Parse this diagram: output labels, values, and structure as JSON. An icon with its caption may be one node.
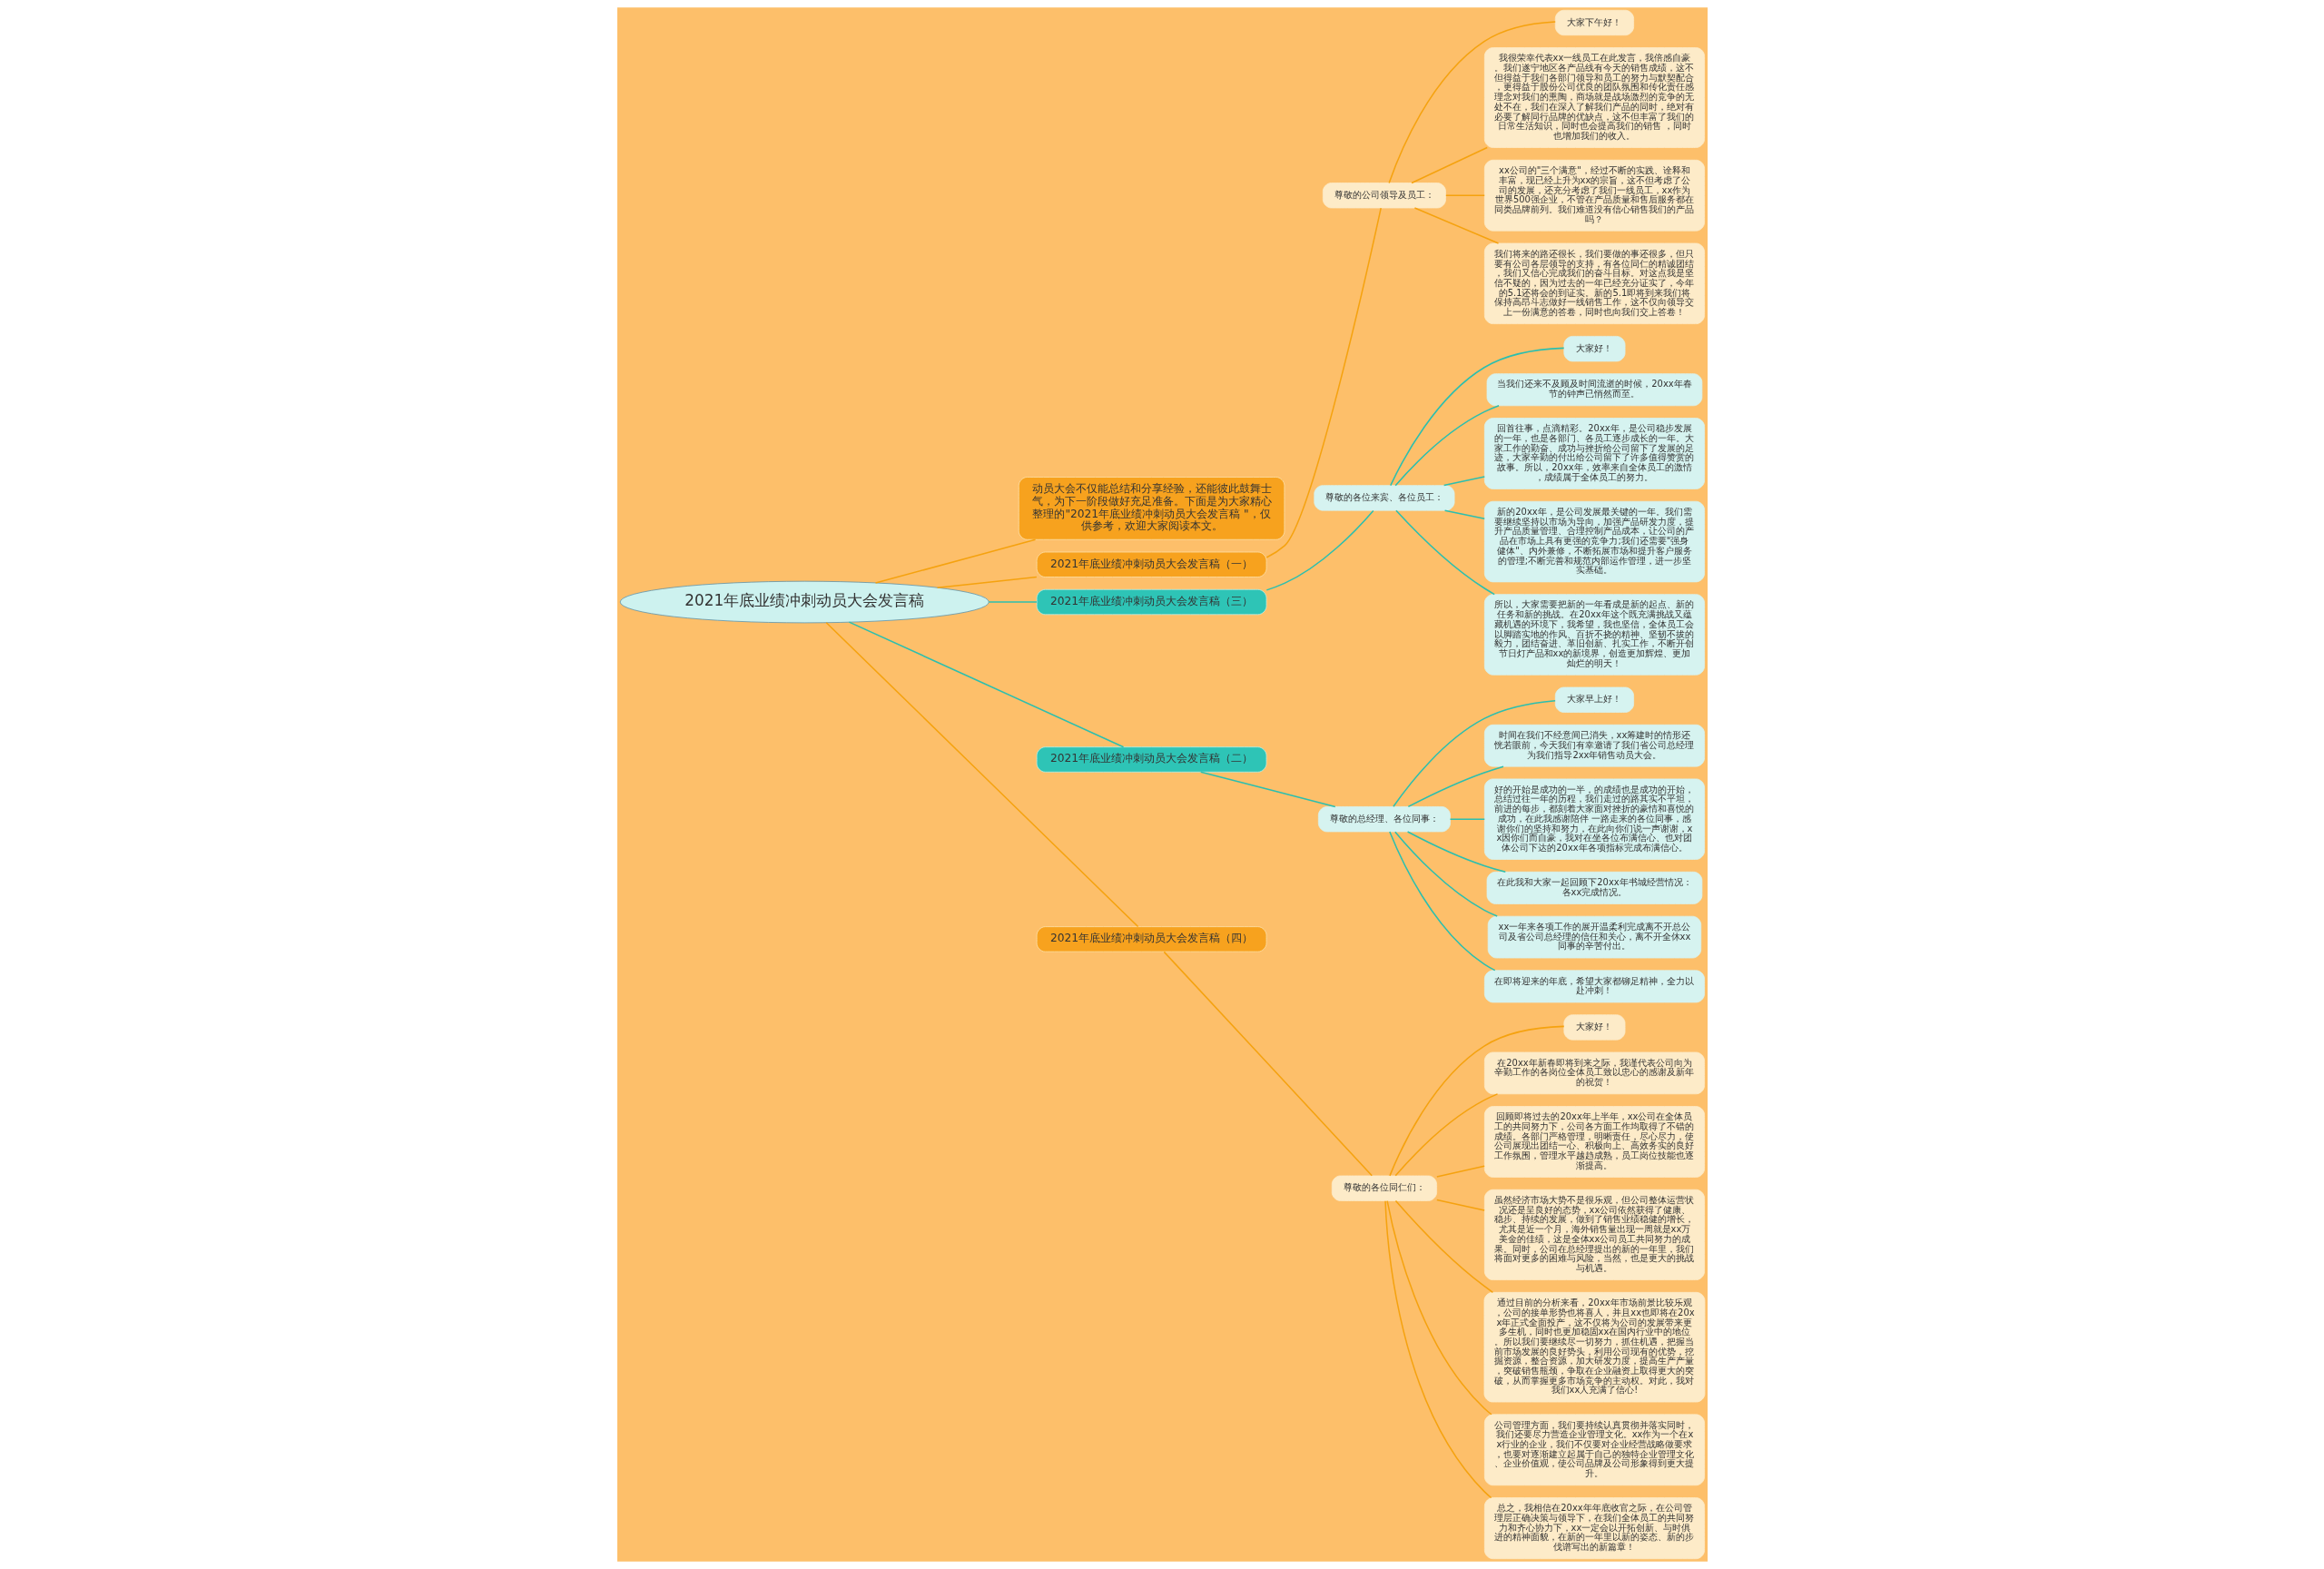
{
  "diagram": {
    "nodes": [
      {
        "text": [
          "2021年底业绩冲刺动员大会发言稿"
        ]
      },
      {
        "text": [
          "动员大会不仅能总结和分享经验，还能彼此鼓舞士气，为下一阶段做好充足准备。下面是为大家精心整理的\"2021年底业绩冲刺动员大会发言稿 \"，仅供参考，欢迎大家阅读本文。"
        ]
      },
      {
        "text": [
          "2021年底业绩冲刺动员大会发言稿（一）"
        ]
      },
      {
        "text": [
          "尊敬的公司领导及员工："
        ]
      },
      {
        "text": [
          "大家下午好！"
        ]
      },
      {
        "text": [
          "我很荣幸代表xx一线员工在此发言，我倍感自豪。我们遂宁地区各产品线有今天的销售成绩，这不但得益于我们各部门领导和员工的努力与默契配合，更得益于股份公司优良的团队氛围和传化责任感理念对我们的熏陶，商场就是战场激烈的竞争的无处不在，我们在深入了解我们产品的同时，绝对有必要了解同行品牌的优缺点，这不但丰富了我们的日常生活知识，同时也会提高我们的销售 ，同时也增加我们的收入。"
        ]
      },
      {
        "text": [
          "xx公司的\"三个满意\"，经过不断的实践、诠释和丰富，现已经上升为xx的宗旨，这不但考虑了公司的发展，还充分考虑了我们一线员工，xx作为世界500强企业，不管在产品质量和售后服务都在同类品牌前列。我们难道没有信心销售我们的产品吗？"
        ]
      },
      {
        "text": [
          "我们将来的路还很长，我们要做的事还很多，但只要有公司各层领导的支持，有各位同仁的精诚团结，我们又信心完成我们的奋斗目标。对这点我是坚信不疑的，因为过去的一年已经充分证实了，今年的5.1还将会的到证实。新的5.1即将到来我们将保持高昂斗志做好一线销售工作，这不仅向领导交上一份满意的答卷，同时也向我们交上答卷！"
        ]
      },
      {
        "text": [
          "2021年底业绩冲刺动员大会发言稿（三）"
        ]
      },
      {
        "text": [
          "尊敬的各位来宾、各位员工："
        ]
      },
      {
        "text": [
          "大家好！"
        ]
      },
      {
        "text": [
          "当我们还来不及顾及时间流逝的时候，20xx年春节的钟声已悄然而至。"
        ]
      },
      {
        "text": [
          "回首往事，点滴精彩。20xx年，是公司稳步发展的一年，也是各部门、各员工逐步成长的一年。大家工作的勤奋、成功与挫折给公司留下了发展的足迹，大家辛勤的付出给公司留下了许多值得赞赏的故事。所以，20xx年，效率来自全体员工的激情，成绩属于全体员工的努力。"
        ]
      },
      {
        "text": [
          "新的20xx年，是公司发展最关键的一年。我们需要继续坚持以市场为导向，加强产品研发力度，提升产品质量管理、合理控制产品成本，让公司的产品在市场上具有更强的竞争力;我们还需要\"强身健体\"、内外兼修，不断拓展市场和提升客户服务的管理;不断完善和规范内部运作管理，进一步坚实基础。"
        ]
      },
      {
        "text": [
          "所以，大家需要把新的一年看成是新的起点、新的任务和新的挑战。在20xx年这个既充满挑战又蕴藏机遇的环境下，我希望，我也坚信，全体员工会以脚踏实地的作风、百折不挠的精神、坚韧不拔的毅力，团结奋进、革旧创新、扎实工作，不断开创节日灯产品和xx的新境界，创造更加辉煌、更加灿烂的明天！"
        ]
      },
      {
        "text": [
          "2021年底业绩冲刺动员大会发言稿（二）"
        ]
      },
      {
        "text": [
          "尊敬的总经理、各位同事："
        ]
      },
      {
        "text": [
          "大家早上好！"
        ]
      },
      {
        "text": [
          "时间在我们不经意间已消失，xx筹建时的情形还恍若眼前，今天我们有幸邀请了我们省公司总经理为我们指导2xx年销售动员大会。"
        ]
      },
      {
        "text": [
          "好的开始是成功的一半，的成绩也是成功的开始，总结过往一年的历程，我们走过的路其实不平坦，前进的每步，都刻着大家面对挫折的豪情和喜悦的成功，在此我感谢陪伴 一路走来的各位同事，感谢你们的坚持和努力，在此向你们说一声谢谢，xx因你们而自豪，我对在坐各位布满信心、也对团体公司下达的20xx年各项指标完成布满信心。"
        ]
      },
      {
        "text": [
          "在此我和大家一起回顾下20xx年书城经营情况：各xx完成情况。"
        ]
      },
      {
        "text": [
          "xx一年来各项工作的展开温柔利完成离不开总公司及省公司总经理的信任和关心，离不开全休xx同事的辛苦付出。"
        ]
      },
      {
        "text": [
          "在即将迎来的年底，希望大家都铆足精神，全力以赴冲刺！"
        ]
      },
      {
        "text": [
          "2021年底业绩冲刺动员大会发言稿（四）"
        ]
      },
      {
        "text": [
          "尊敬的各位同仁们："
        ]
      },
      {
        "text": [
          "大家好！"
        ]
      },
      {
        "text": [
          "在20xx年新春即将到来之际，我谨代表公司向为辛勤工作的各岗位全体员工致以忠心的感谢及新年的祝贺！"
        ]
      },
      {
        "text": [
          "回顾即将过去的20xx年上半年，xx公司在全体员工的共同努力下，公司各方面工作均取得了不错的成绩。各部门严格管理，明晰责任，尽心尽力，使公司展现出团结一心、积极向上、高效务实的良好工作氛围，管理水平越趋成熟，员工岗位技能也逐渐提高。"
        ]
      },
      {
        "text": [
          "虽然经济市场大势不是很乐观，但公司整体运营状况还是呈良好的态势，xx公司依然获得了健康、稳步、持续的发展，做到了销售业绩稳健的增长，尤其是近一个月，海外销售量出现一周就是xx万美金的佳绩，这是全体xx公司员工共同努力的成果。同时，公司在总经理提出的新的一年里，我们将面对更多的困难与风险，当然，也是更大的挑战与机遇。"
        ]
      },
      {
        "text": [
          "通过目前的分析来看，20xx年市场前景比较乐观，公司的接单形势也将喜人，并且xx也即将在20xx年正式全面投产，这不仅将为公司的发展带来更多生机，同时也更加稳固xx在国内行业中的地位。所以我们要继续尽一切努力，抓住机遇，把握当前市场发展的良好势头，利用公司现有的优势，挖掘资源，整合资源，加大研发力度，提高生产产量，突破销售瓶颈，争取在企业融资上取得更大的突破，从而掌握更多市场竞争的主动权。对此，我对我们xx人充满了信心!"
        ]
      },
      {
        "text": [
          "公司管理方面，我们要持续认真贯彻并落实同时，我们还要尽力营造企业管理文化。xx作为一个在xx行业的企业，我们不仅要对企业经营战略做要求，也要对逐渐建立起属于自己的独特企业管理文化、企业价值观，使公司品牌及公司形象得到更大提升。"
        ]
      },
      {
        "text": [
          "总之，我相信在20xx年年底收官之际，在公司管理层正确决策与领导下，在我们全体员工的共同努力和齐心协力下，xx一定会以开拓创新、与时俱进的精神面貌，在新的一年里以新的姿态、新的步伐谱写出的新篇章！"
        ]
      }
    ],
    "edges": [
      {
        "from": 0,
        "to": 1,
        "arrow": "none"
      },
      {
        "from": 0,
        "to": 2,
        "arrow": "none"
      },
      {
        "from": 2,
        "to": 3,
        "arrow": "none"
      },
      {
        "from": 3,
        "to": 4,
        "arrow": "none"
      },
      {
        "from": 3,
        "to": 5,
        "arrow": "none"
      },
      {
        "from": 3,
        "to": 6,
        "arrow": "none"
      },
      {
        "from": 3,
        "to": 7,
        "arrow": "none"
      },
      {
        "from": 0,
        "to": 8,
        "arrow": "none",
        "color": "#2bbfaf"
      },
      {
        "from": 8,
        "to": 9,
        "arrow": "none",
        "color": "#2bbfaf"
      },
      {
        "from": 9,
        "to": 10,
        "arrow": "none",
        "color": "#2bbfaf"
      },
      {
        "from": 9,
        "to": 11,
        "arrow": "none",
        "color": "#2bbfaf"
      },
      {
        "from": 9,
        "to": 12,
        "arrow": "none",
        "color": "#2bbfaf"
      },
      {
        "from": 9,
        "to": 13,
        "arrow": "none",
        "color": "#2bbfaf"
      },
      {
        "from": 9,
        "to": 14,
        "arrow": "none",
        "color": "#2bbfaf"
      },
      {
        "from": 0,
        "to": 15,
        "arrow": "none",
        "color": "#2bbfaf"
      },
      {
        "from": 15,
        "to": 16,
        "arrow": "none",
        "color": "#2bbfaf"
      },
      {
        "from": 16,
        "to": 17,
        "arrow": "none",
        "color": "#2bbfaf"
      },
      {
        "from": 16,
        "to": 18,
        "arrow": "none",
        "color": "#2bbfaf"
      },
      {
        "from": 16,
        "to": 19,
        "arrow": "none",
        "color": "#2bbfaf"
      },
      {
        "from": 16,
        "to": 20,
        "arrow": "none",
        "color": "#2bbfaf"
      },
      {
        "from": 16,
        "to": 21,
        "arrow": "none",
        "color": "#2bbfaf"
      },
      {
        "from": 16,
        "to": 22,
        "arrow": "none",
        "color": "#2bbfaf"
      },
      {
        "from": 0,
        "to": 23,
        "arrow": "none"
      },
      {
        "from": 23,
        "to": 24,
        "arrow": "none"
      },
      {
        "from": 24,
        "to": 25,
        "arrow": "none"
      },
      {
        "from": 24,
        "to": 26,
        "arrow": "none"
      },
      {
        "from": 24,
        "to": 27,
        "arrow": "none"
      },
      {
        "from": 24,
        "to": 28,
        "arrow": "none"
      },
      {
        "from": 24,
        "to": 29,
        "arrow": "none"
      },
      {
        "from": 24,
        "to": 30,
        "arrow": "none"
      },
      {
        "from": 24,
        "to": 31,
        "arrow": "none"
      }
    ]
  }
}
